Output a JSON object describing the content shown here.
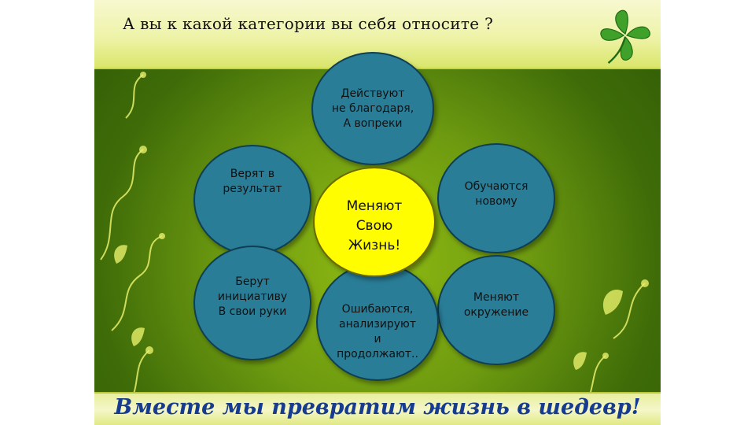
{
  "title": "А вы к какой категории вы себя относите ?",
  "footer": "Вместе мы превратим жизнь в шедевр!",
  "colors": {
    "petal_fill": "#2a7d97",
    "center_fill": "#fffd00",
    "footer_text": "#173c8f",
    "background_green": "#7aa812"
  },
  "diagram": {
    "center": "Меняют\nСвою\nЖизнь!",
    "top": "Действуют\nне благодаря,\nА вопреки",
    "upper_left": "Верят в\nрезультат",
    "upper_right": "Обучаются\nновому",
    "lower_left": "Берут\nинициативу\nВ свои руки",
    "lower_right": "Меняют\nокружение",
    "bottom": "Ошибаются,\nанализируют\nи\nпродолжают.."
  },
  "icons": [
    "clover-icon",
    "swirl-ornament-icon"
  ]
}
